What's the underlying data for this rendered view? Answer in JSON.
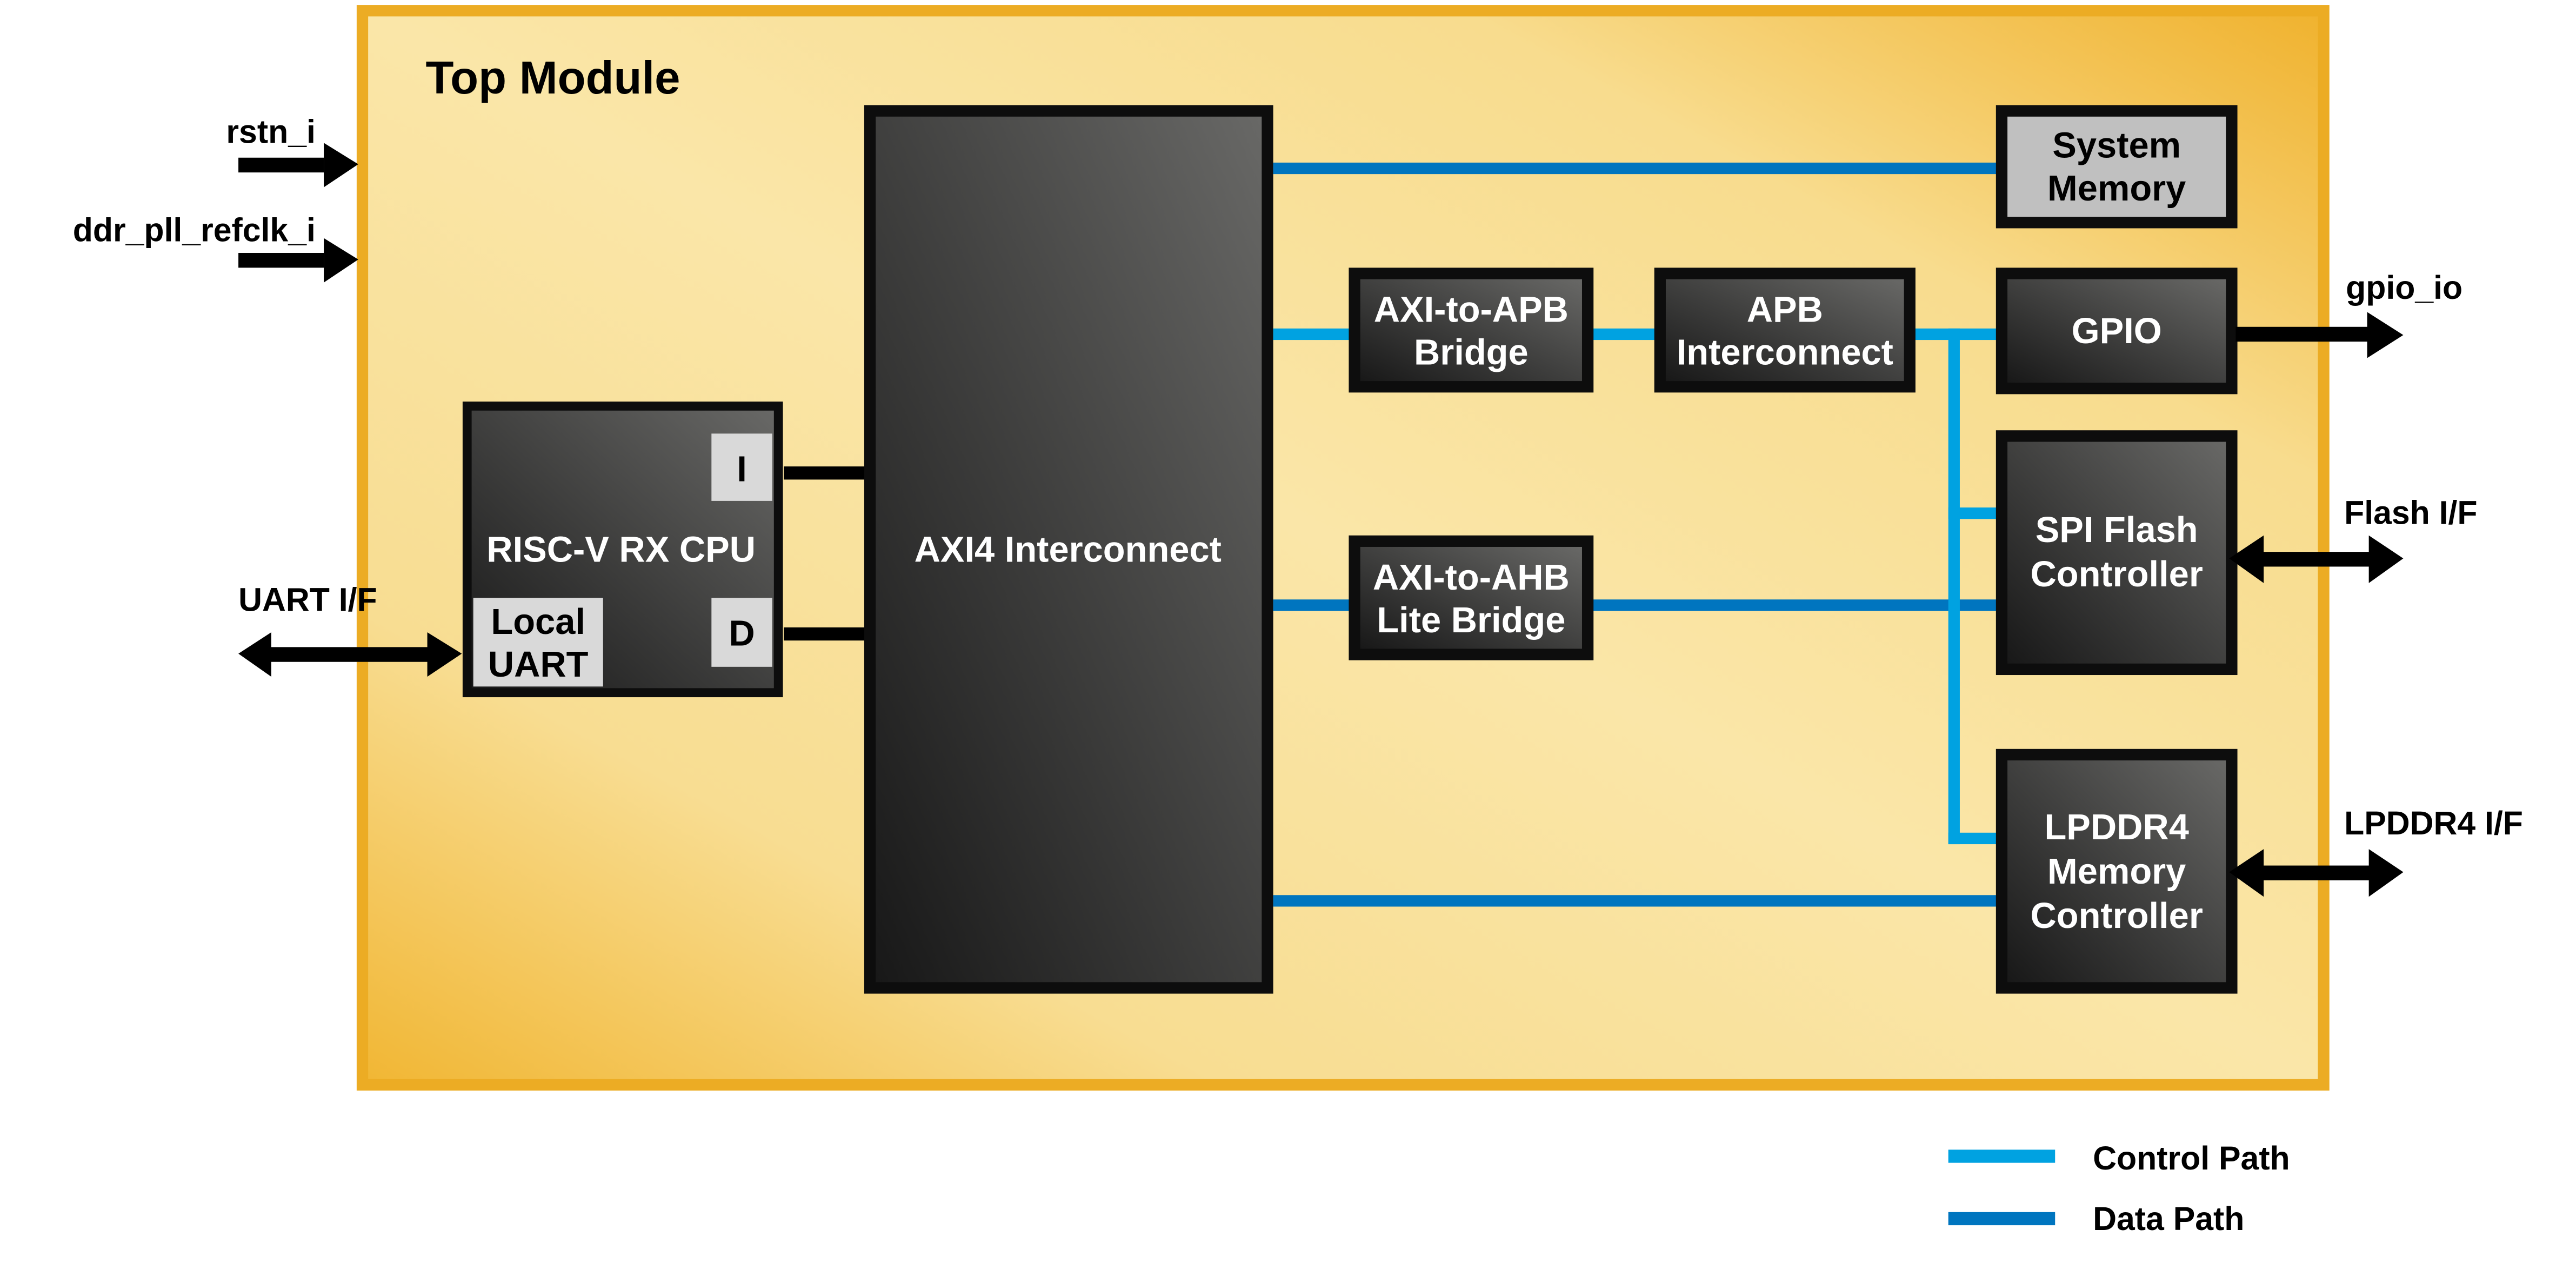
{
  "title": "Top Module",
  "colors": {
    "module_border": "#ECAC24",
    "module_fill_light": "#F9E5A6",
    "module_fill_dark": "#F1B93A",
    "block_border": "#0D0D0D",
    "block_fill_light": "#646462",
    "block_fill_dark": "#1A1A1A",
    "memory_fill": "#C0C0C0",
    "sub_port_fill": "#D9D9D9",
    "control_path": "#00A2E1",
    "data_path": "#0075BF"
  },
  "external_ports": {
    "rstn": "rstn_i",
    "refclk": "ddr_pll_refclk_i",
    "uart": "UART I/F",
    "gpio": "gpio_io",
    "flash": "Flash I/F",
    "lpddr4": "LPDDR4 I/F"
  },
  "blocks": {
    "cpu": {
      "label": "RISC-V RX CPU",
      "port_i": "I",
      "port_d": "D",
      "local_uart": [
        "Local",
        "UART"
      ]
    },
    "axi4": {
      "label": "AXI4 Interconnect"
    },
    "system_memory": {
      "lines": [
        "System",
        "Memory"
      ]
    },
    "axi_apb": {
      "lines": [
        "AXI-to-APB",
        "Bridge"
      ]
    },
    "apb_interconnect": {
      "lines": [
        "APB",
        "Interconnect"
      ]
    },
    "gpio": {
      "label": "GPIO"
    },
    "axi_ahb": {
      "lines": [
        "AXI-to-AHB",
        "Lite Bridge"
      ]
    },
    "spi_flash": {
      "lines": [
        "SPI Flash",
        "Controller"
      ]
    },
    "lpddr4": {
      "lines": [
        "LPDDR4",
        "Memory",
        "Controller"
      ]
    }
  },
  "legend": {
    "control": "Control Path",
    "data": "Data Path"
  }
}
